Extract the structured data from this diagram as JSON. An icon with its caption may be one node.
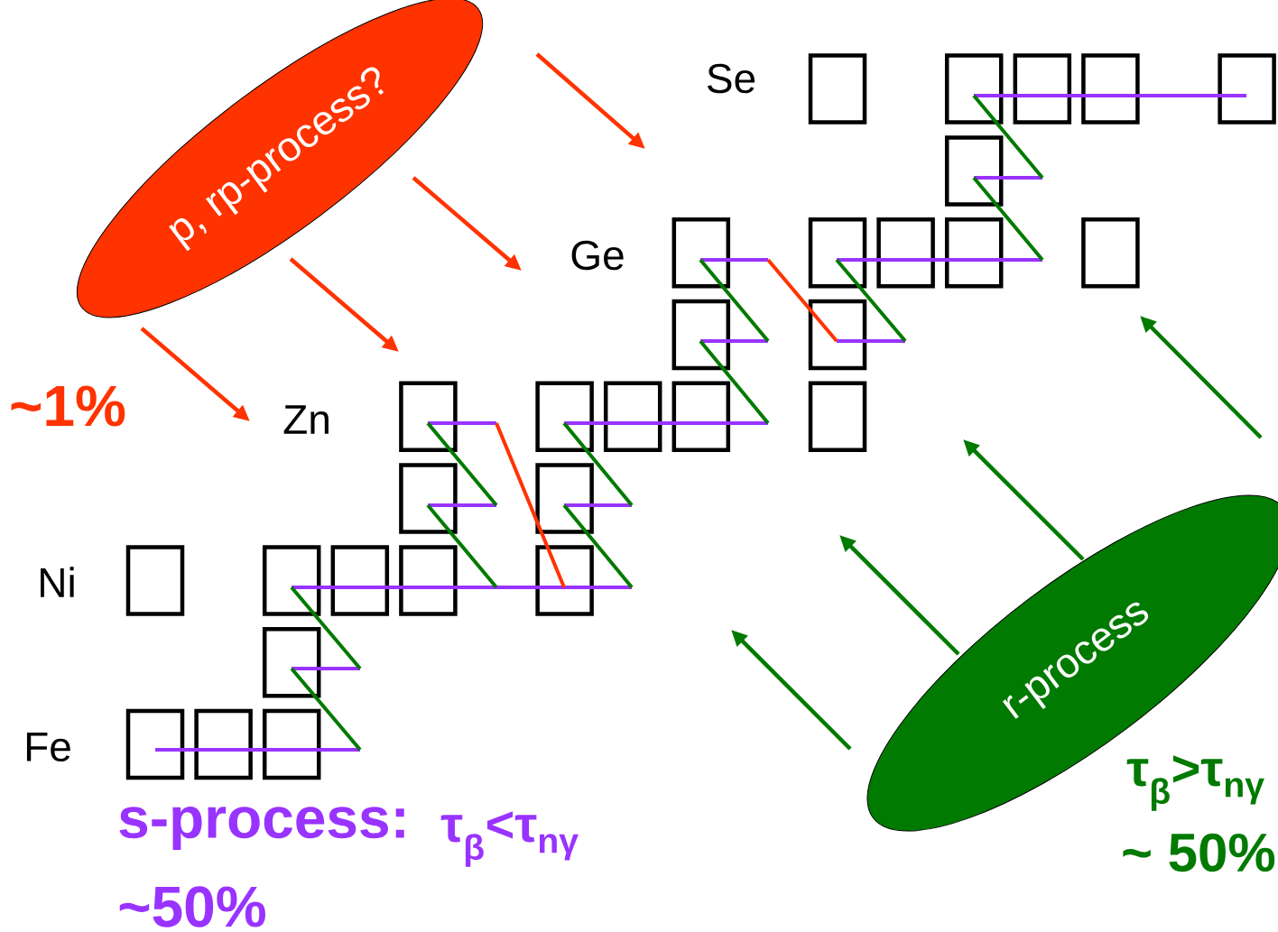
{
  "diagram": {
    "nodes": [
      {
        "text": [
          "p, rp-process?"
        ]
      },
      {
        "text": [
          "r-process"
        ]
      }
    ],
    "labels": [
      "Se",
      "Ge",
      "Zn",
      "Ni",
      "Fe",
      "~1%",
      "s-process:",
      "τ$_{β}$<τ$_{nγ}$",
      "~50%",
      "τ$_{β}$>τ$_{nγ}$",
      "~ 50%"
    ]
  }
}
